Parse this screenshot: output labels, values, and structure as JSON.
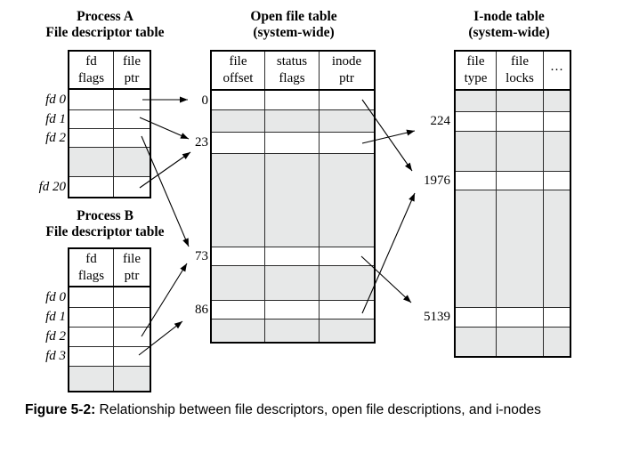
{
  "figure": {
    "caption_label": "Figure 5-2:",
    "caption_text": " Relationship between file descriptors, open file descriptions, and i-nodes"
  },
  "colors": {
    "shaded_row": "#e7e8e8",
    "line": "#000000"
  },
  "tables": {
    "processA": {
      "title_lines": [
        "Process A",
        "File descriptor table"
      ],
      "headers": [
        [
          "fd",
          "flags"
        ],
        [
          "file",
          "ptr"
        ]
      ],
      "rows": [
        {
          "label": "fd 0",
          "shaded": false
        },
        {
          "label": "fd 1",
          "shaded": false
        },
        {
          "label": "fd 2",
          "shaded": false
        },
        {
          "label": "",
          "shaded": true
        },
        {
          "label": "fd 20",
          "shaded": false
        }
      ]
    },
    "processB": {
      "title_lines": [
        "Process B",
        "File descriptor table"
      ],
      "headers": [
        [
          "fd",
          "flags"
        ],
        [
          "file",
          "ptr"
        ]
      ],
      "rows": [
        {
          "label": "fd 0",
          "shaded": false
        },
        {
          "label": "fd 1",
          "shaded": false
        },
        {
          "label": "fd 2",
          "shaded": false
        },
        {
          "label": "fd 3",
          "shaded": false
        },
        {
          "label": "",
          "shaded": true
        }
      ]
    },
    "openFile": {
      "title_lines": [
        "Open file table",
        "(system-wide)"
      ],
      "headers": [
        [
          "file",
          "offset"
        ],
        [
          "status",
          "flags"
        ],
        [
          "inode",
          "ptr"
        ]
      ],
      "rows": [
        {
          "label": "0",
          "shaded": false
        },
        {
          "label": "",
          "shaded": true
        },
        {
          "label": "23",
          "shaded": false
        },
        {
          "label": "",
          "shaded": true
        },
        {
          "label": "73",
          "shaded": false
        },
        {
          "label": "",
          "shaded": true
        },
        {
          "label": "86",
          "shaded": false
        },
        {
          "label": "",
          "shaded": true
        }
      ]
    },
    "inode": {
      "title_lines": [
        "I-node table",
        "(system-wide)"
      ],
      "headers": [
        [
          "file",
          "type"
        ],
        [
          "file",
          "locks"
        ],
        [
          "···"
        ]
      ],
      "rows": [
        {
          "label": "",
          "shaded": true
        },
        {
          "label": "224",
          "shaded": false
        },
        {
          "label": "",
          "shaded": true
        },
        {
          "label": "1976",
          "shaded": false
        },
        {
          "label": "",
          "shaded": true
        },
        {
          "label": "5139",
          "shaded": false
        },
        {
          "label": "",
          "shaded": true
        }
      ]
    }
  },
  "connections": [
    {
      "from": "A.fd0",
      "to": "open.0"
    },
    {
      "from": "A.fd1",
      "to": "open.23"
    },
    {
      "from": "A.fd20",
      "to": "open.23"
    },
    {
      "from": "A.fd2",
      "to": "open.73"
    },
    {
      "from": "B.fd2",
      "to": "open.73"
    },
    {
      "from": "B.fd3",
      "to": "open.86"
    },
    {
      "from": "open.0",
      "to": "inode.1976"
    },
    {
      "from": "open.23",
      "to": "inode.224"
    },
    {
      "from": "open.73",
      "to": "inode.5139"
    },
    {
      "from": "open.86",
      "to": "inode.1976"
    }
  ]
}
